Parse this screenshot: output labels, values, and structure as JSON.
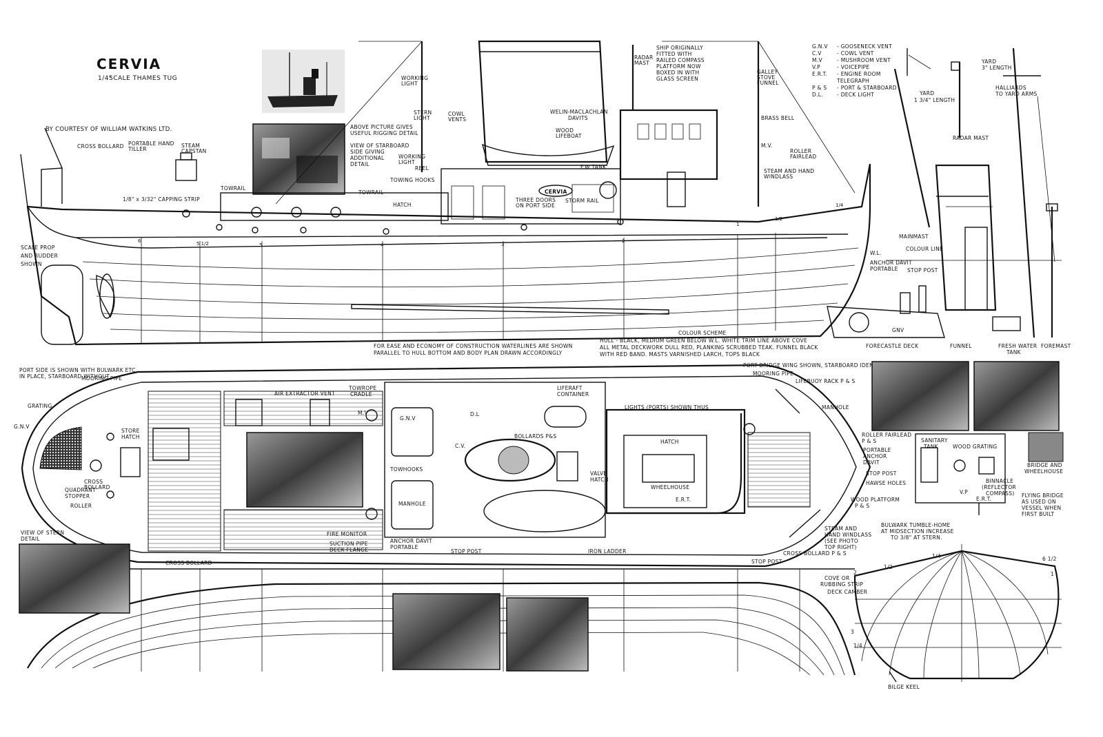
{
  "title": "CERVIA",
  "scale_fraction": "1/4\"",
  "subtitle": "SCALE THAMES TUG",
  "courtesy": "BY COURTESY OF WILLIAM WATKINS LTD.",
  "photo_caption": [
    "ABOVE PICTURE GIVES",
    "USEFUL RIGGING DETAIL"
  ],
  "starboard_caption": [
    "VIEW OF STARBOARD",
    "SIDE GIVING",
    "ADDITIONAL",
    "DETAIL"
  ],
  "scale_prop": [
    "SCALE PROP",
    "AND RUDDER",
    "SHOWN"
  ],
  "waterline_note": [
    "FOR EASE AND ECONOMY OF CONSTRUCTION WATERLINES ARE SHOWN",
    "PARALLEL TO HULL BOTTOM AND BODY PLAN DRAWN ACCORDINGLY"
  ],
  "colour_scheme": {
    "heading": "COLOUR SCHEME",
    "lines": [
      "HULL - BLACK, MEDIUM GREEN BELOW W.L. WHITE TRIM LINE ABOVE COVE",
      "ALL METAL DECKWORK DULL RED, PLANKING SCRUBBED TEAK. FUNNEL BLACK",
      "WITH RED BAND. MASTS VARNISHED LARCH, TOPS BLACK"
    ]
  },
  "ship_note": [
    "SHIP ORIGINALLY",
    "FITTED WITH",
    "RAILED COMPASS",
    "PLATFORM NOW",
    "BOXED IN WITH",
    "GLASS SCREEN"
  ],
  "legend": [
    {
      "abbr": "G.N.V",
      "text": "GOOSENECK VENT"
    },
    {
      "abbr": "C.V",
      "text": "COWL VENT"
    },
    {
      "abbr": "M.V",
      "text": "MUSHROOM VENT"
    },
    {
      "abbr": "V.P",
      "text": "VOICEPIPE"
    },
    {
      "abbr": "E.R.T.",
      "text": "ENGINE ROOM"
    },
    {
      "abbr": "",
      "text": "TELEGRAPH"
    },
    {
      "abbr": "P & S",
      "text": "PORT & STARBOARD"
    },
    {
      "abbr": "D.L.",
      "text": "DECK LIGHT"
    }
  ],
  "profile_labels": {
    "cross_bollard": "CROSS BOLLARD",
    "portable_tiller": [
      "PORTABLE HAND",
      "TILLER"
    ],
    "steam_capstan": [
      "STEAM",
      "CAPSTAN"
    ],
    "towrail": "TOWRAIL",
    "towrail2": "TOWRAIL",
    "capping_strip": "1/8\" x 3/32\" CAPPING STRIP",
    "working_light": [
      "WORKING",
      "LIGHT"
    ],
    "stern_light": [
      "STERN",
      "LIGHT"
    ],
    "cowl_vents": [
      "COWL",
      "VENTS"
    ],
    "working_light2": [
      "WORKING",
      "LIGHT"
    ],
    "reel": "REEL",
    "towing_hooks": "TOWING HOOKS",
    "hatch": "HATCH",
    "three_doors": [
      "THREE DOORS",
      "ON PORT SIDE"
    ],
    "storm_rail": "STORM RAIL",
    "nameplate": "CERVIA",
    "welin": [
      "WELIN-MACLACHLAN",
      "DAVITS"
    ],
    "wood_lifeboat": [
      "WOOD",
      "LIFEBOAT"
    ],
    "fw_tank": "F.W TANK",
    "radar_mast": [
      "RADAR",
      "MAST"
    ],
    "galley": [
      "GALLEY",
      "STOVE",
      "FUNNEL"
    ],
    "brass_bell": "BRASS BELL",
    "mv": "M.V.",
    "roller_fairlead": [
      "ROLLER",
      "FAIRLEAD"
    ],
    "steam_windlass": [
      "STEAM AND HAND",
      "WINDLASS"
    ]
  },
  "station_numbers": [
    "6",
    "5 1/2",
    "5",
    "4",
    "3",
    "2",
    "1",
    "1/2",
    "1/4"
  ],
  "rigging_labels": {
    "yard3": [
      "YARD",
      "3\" LENGTH"
    ],
    "yard134": [
      "YARD",
      "1 3/4\" LENGTH"
    ],
    "halliards": [
      "HALLIARDS",
      "TO YARD ARMS"
    ],
    "radar_mast": "RADAR MAST",
    "mainmast": "MAINMAST",
    "colour_line": "COLOUR LINE",
    "wl": "W.L.",
    "anchor_davit": [
      "ANCHOR DAVIT",
      "PORTABLE"
    ],
    "stop_post": "STOP POST",
    "gnv": "GNV",
    "forecastle_deck": "FORECASTLE DECK",
    "funnel": "FUNNEL",
    "fresh_water": [
      "FRESH WATER",
      "TANK"
    ],
    "foremast": "FOREMAST"
  },
  "plan_labels": {
    "port_side_note": [
      "PORT SIDE IS SHOWN WITH BULWARK ETC",
      "IN PLACE, STARBOARD WITHOUT"
    ],
    "mooring_pipe": "MOORING PIPE",
    "grating": "GRATING",
    "gnv": "G.N.V",
    "store_hatch": [
      "STORE",
      "HATCH"
    ],
    "cross_bollard": [
      "CROSS",
      "BOLLARD"
    ],
    "quadrant_stopper": [
      "QUADRANT",
      "STOPPER"
    ],
    "roller": "ROLLER",
    "air_extractor": "AIR EXTRACTOR VENT",
    "towrope_cradle": [
      "TOWROPE",
      "CRADLE"
    ],
    "mv": "M.V",
    "gnv_box": "G.N.V",
    "dl": "D.L",
    "liferaft": [
      "LIFERAFT",
      "CONTAINER"
    ],
    "bollards": "BOLLARDS P&S",
    "cv": "C.V.",
    "towhooks": "TOWHOOKS",
    "manhole": "MANHOLE",
    "valve_hatch": [
      "VALVE",
      "HATCH"
    ],
    "fire_monitor": "FIRE MONITOR",
    "suction_pipe": [
      "SUCTION PIPE",
      "DECK FLANGE"
    ],
    "anchor_davit": [
      "ANCHOR DAVIT",
      "PORTABLE"
    ],
    "stop_post": "STOP POST",
    "iron_ladder": "IRON LADDER",
    "port_bridge": "PORT BRIDGE WING SHOWN, STARBOARD IDENTICAL",
    "mooring_pipe2": "MOORING PIPE",
    "lifebuoy": "LIFEBUOY RACK P & S",
    "manhole2": "MANHOLE",
    "lights": "LIGHTS (PORTS) SHOWN THUS",
    "hatch": "HATCH",
    "wheelhouse": "WHEELHOUSE",
    "ert": "E.R.T.",
    "roller_fairlead": [
      "ROLLER FAIRLEAD",
      "P & S"
    ],
    "portable_anchor": [
      "PORTABLE",
      "ANCHOR",
      "DAVIT"
    ],
    "stop_post2": "STOP POST",
    "hawse": "HAWSE HOLES",
    "wood_platform": [
      "WOOD PLATFORM",
      "P & S"
    ],
    "steam_windlass": [
      "STEAM AND",
      "HAND WINDLASS",
      "(SEE PHOTO",
      "TOP RIGHT)"
    ],
    "cross_bollard2": "CROSS BOLLARD P & S",
    "stop_post3": "STOP POST",
    "cross_bollard3": "CROSS BOLLARD",
    "view_stern": [
      "VIEW OF STERN",
      "DETAIL"
    ]
  },
  "bridge_labels": {
    "sanitary": [
      "SANITARY",
      "TANK"
    ],
    "wood_grating": "WOOD GRATING",
    "binnacle": [
      "BINNACLE",
      "(REFLECTOR",
      "COMPASS)"
    ],
    "vp": "V.P",
    "ert": "E.R.T.",
    "bridge_wheelhouse": [
      "BRIDGE AND",
      "WHEELHOUSE"
    ],
    "flying_bridge": [
      "FLYING BRIDGE",
      "AS USED ON",
      "VESSEL WHEN",
      "FIRST BUILT"
    ]
  },
  "body_plan": {
    "tumblehome": [
      "BULWARK TUMBLE-HOME",
      "AT MIDSECTION INCREASE",
      "TO 3/8\" AT STERN."
    ],
    "cove": [
      "COVE OR",
      "RUBBING STRIP"
    ],
    "camber": "DECK CAMBER",
    "bilge_keel": "BILGE KEEL",
    "stations": [
      "1/2",
      "1/4",
      "2",
      "6 1/2",
      "1",
      "3",
      "1/4"
    ]
  }
}
